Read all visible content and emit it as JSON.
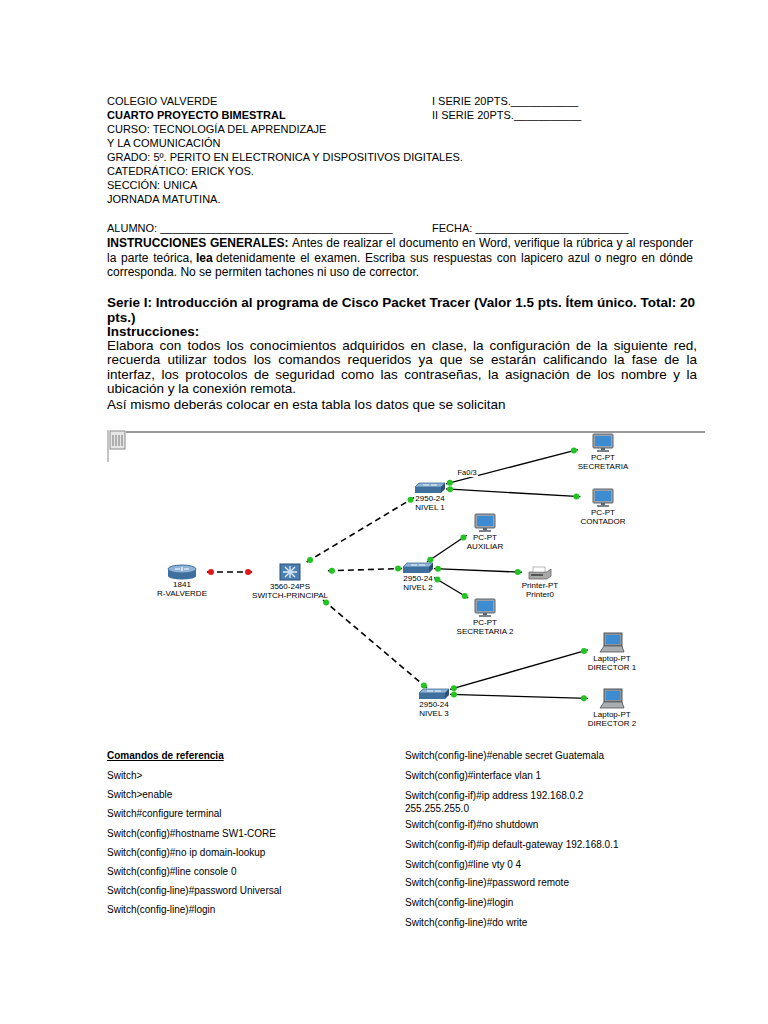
{
  "diagram": {
    "nodes": [
      {
        "text": [
          "1841",
          "R-VALVERDE"
        ]
      },
      {
        "text": [
          "3560-24PS",
          "SWITCH-PRINCIPAL"
        ]
      },
      {
        "text": [
          "2950-24",
          "NIVEL 1"
        ]
      },
      {
        "text": [
          "PC-PT",
          "SECRETARIA"
        ]
      },
      {
        "text": [
          "PC-PT",
          "CONTADOR"
        ]
      },
      {
        "text": [
          "2950-24",
          "NIVEL 2"
        ]
      },
      {
        "text": [
          "PC-PT",
          "AUXILIAR"
        ]
      },
      {
        "text": [
          "Printer-PT",
          "Printer0"
        ]
      },
      {
        "text": [
          "PC-PT",
          "SECRETARIA 2"
        ]
      },
      {
        "text": [
          "2950-24",
          "NIVEL 3"
        ]
      },
      {
        "text": [
          "Laptop-PT",
          "DIRECTOR 1"
        ]
      },
      {
        "text": [
          "Laptop-PT",
          "DIRECTOR 2"
        ]
      }
    ],
    "edges": [
      {
        "from": 0,
        "to": 1,
        "arrow": "none"
      },
      {
        "from": 1,
        "to": 2,
        "arrow": "none"
      },
      {
        "from": 1,
        "to": 5,
        "arrow": "none"
      },
      {
        "from": 1,
        "to": 9,
        "arrow": "none"
      },
      {
        "from": 2,
        "to": 3,
        "label": "Fa0/3",
        "arrow": "none"
      },
      {
        "from": 2,
        "to": 4,
        "arrow": "none"
      },
      {
        "from": 5,
        "to": 6,
        "arrow": "none"
      },
      {
        "from": 5,
        "to": 7,
        "arrow": "none"
      },
      {
        "from": 5,
        "to": 8,
        "arrow": "none"
      },
      {
        "from": 9,
        "to": 10,
        "arrow": "none"
      },
      {
        "from": 9,
        "to": 11,
        "arrow": "none"
      }
    ],
    "labels": [
      "COLEGIO VALVERDE",
      "I SERIE 20PTS.___________",
      "CUARTO PROYECTO BIMESTRAL",
      "II SERIE 20PTS.___________",
      "CURSO: TECNOLOGÍA DEL APRENDIZAJE",
      "Y LA COMUNICACIÓN",
      "GRADO: 5º. PERITO EN ELECTRONICA Y DISPOSITIVOS DIGITALES.",
      "CATEDRÁTICO: ERICK YOS.",
      "SECCIÓN: UNICA",
      "JORNADA MATUTINA.",
      "ALUMNO: ______________________________________",
      "FECHA: _________________________",
      "INSTRUCCIONES GENERALES:",
      "Antes de realizar el documento en Word, verifique la rúbrica y al responder la parte teórica,",
      "lea",
      "detenidamente el examen. Escriba sus respuestas con lapicero azul o negro en dónde corresponda. No se permiten tachones ni uso de corrector.",
      "Serie I: Introducción al programa de Cisco Packet Tracer (Valor 1.5 pts. Ítem único. Total: 20 pts.)",
      "Instrucciones:",
      "Elabora con todos los conocimientos adquiridos en clase, la configuración de la siguiente red, recuerda utilizar todos los comandos requeridos ya que se estarán calificando la fase de la interfaz, los protocolos de seguridad como las contraseñas, la asignación de los nombre y la ubicación y la conexión remota.",
      "Así mismo deberás colocar en esta tabla los datos que se solicitan",
      "Comandos de referencia",
      "Switch>",
      "Switch>enable",
      "Switch#configure terminal",
      "Switch(config)#hostname SW1-CORE",
      "Switch(config)#no ip domain-lookup",
      "Switch(config)#line console 0",
      "Switch(config-line)#password Universal",
      "Switch(config-line)#login",
      "Switch(config-line)#enable secret Guatemala",
      "Switch(config)#interface vlan 1",
      "Switch(config-if)#ip address 192.168.0.2 255.255.255.0",
      "Switch(config-if)#no shutdown",
      "Switch(config-if)#ip default-gateway 192.168.0.1",
      "Switch(config)#line vty 0 4",
      "Switch(config-line)#password remote",
      "Switch(config-line)#login",
      "Switch(config-line)#do write"
    ]
  }
}
